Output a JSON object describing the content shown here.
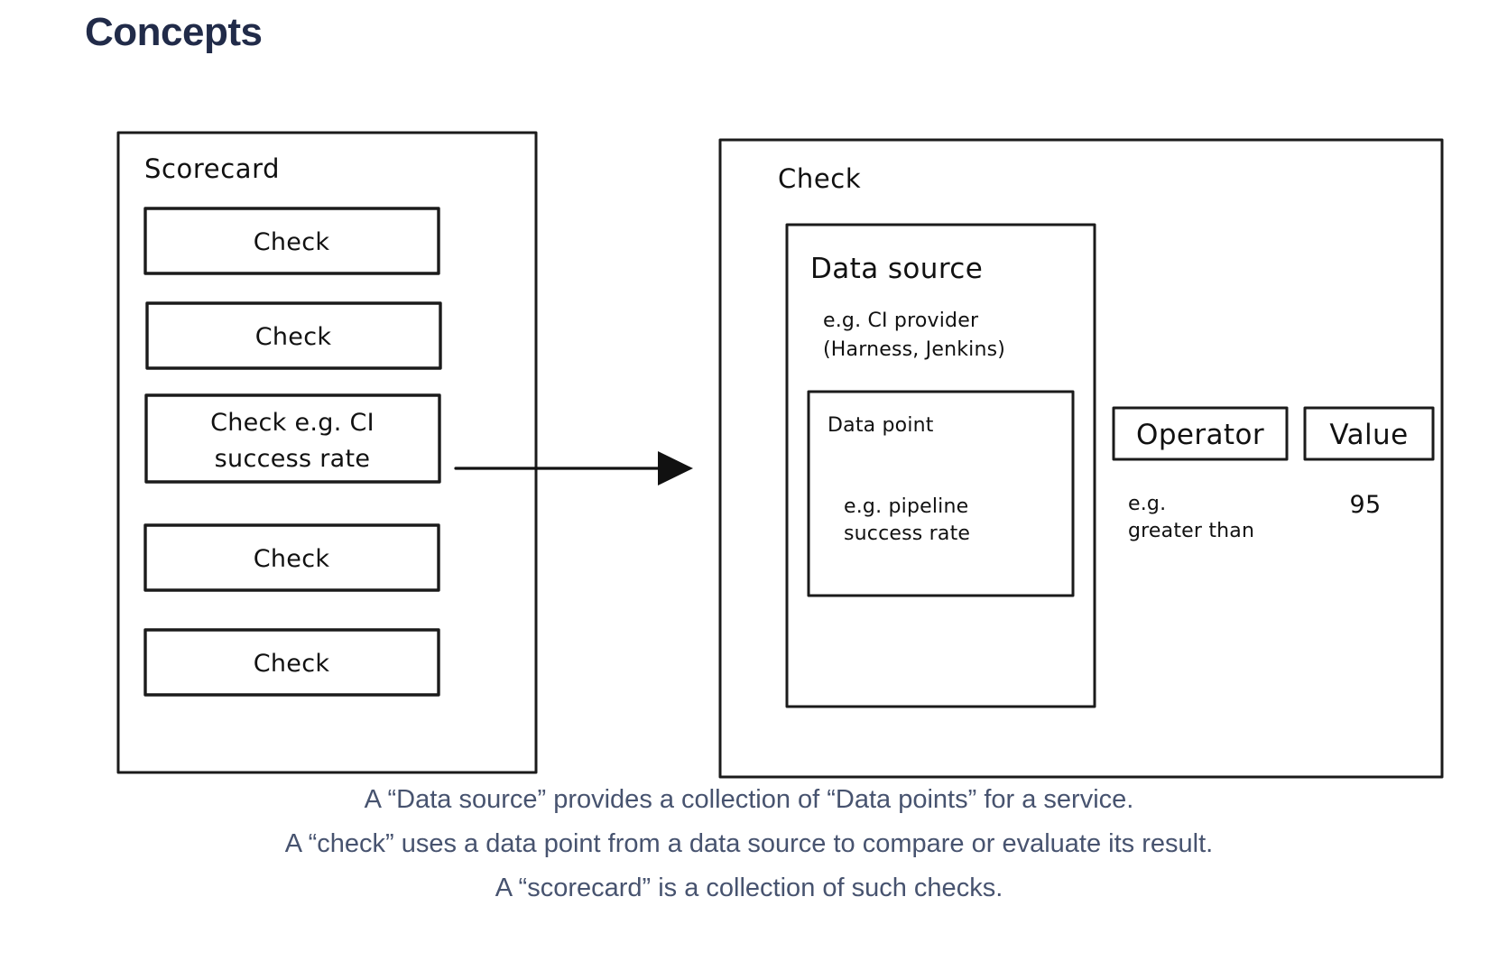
{
  "page": {
    "title": "Concepts",
    "title_color": "#212b49",
    "background": "#ffffff",
    "stroke_color": "#1b1b1b",
    "caption_color": "#47536f"
  },
  "diagram": {
    "type": "concept-diagram",
    "scorecard": {
      "label": "Scorecard",
      "checks": [
        {
          "label": "Check"
        },
        {
          "label": "Check"
        },
        {
          "label_line1": "Check e.g. CI",
          "label_line2": "success rate"
        },
        {
          "label": "Check"
        },
        {
          "label": "Check"
        }
      ]
    },
    "arrow": {
      "name": "scorecard-to-check-arrow",
      "direction": "right"
    },
    "check": {
      "label": "Check",
      "data_source": {
        "title": "Data source",
        "example_line1": "e.g. CI provider",
        "example_line2": "(Harness, Jenkins)",
        "data_point": {
          "title": "Data point",
          "example_line1": "e.g. pipeline",
          "example_line2": "success rate"
        }
      },
      "operator": {
        "title": "Operator",
        "example_line1": "e.g.",
        "example_line2": "greater than"
      },
      "value": {
        "title": "Value",
        "example": "95"
      }
    }
  },
  "caption": {
    "lines": [
      "A “Data source” provides a collection of “Data points” for a service.",
      "A “check” uses a data point from a data source to compare or evaluate its result.",
      "A “scorecard” is a collection of such checks."
    ],
    "line1": "A “Data source” provides a collection of “Data points” for a service.",
    "line2": "A “check” uses a data point from a data source to compare or evaluate its result.",
    "line3": "A “scorecard” is a collection of such checks."
  }
}
